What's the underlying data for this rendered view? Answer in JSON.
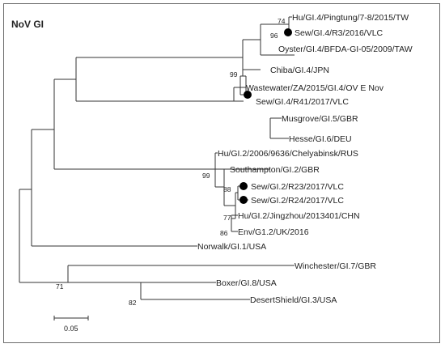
{
  "title": "NoV GI",
  "scale_label": "0.05",
  "colors": {
    "frame": "#6d6d6d",
    "branch": "#333333",
    "marker": "#000000"
  },
  "taxa": [
    "Hu/GI.4/Pingtung/7-8/2015/TW",
    "Sew/GI.4/R3/2016/VLC",
    "Oyster/GI.4/BFDA-GI-05/2009/TAW",
    "Chiba/GI.4/JPN",
    "Wastewater/ZA/2015/GI.4/OV E Nov",
    "Sew/GI.4/R41/2017/VLC",
    "Musgrove/GI.5/GBR",
    "Hesse/GI.6/DEU",
    "Hu/GI.2/2006/9636/Chelyabinsk/RUS",
    "Southampton/GI.2/GBR",
    "Sew/GI.2/R23/2017/VLC",
    "Sew/GI.2/R24/2017/VLC",
    "Hu/GI.2/Jingzhou/2013401/CHN",
    "Env/G1.2/UK/2016",
    "Norwalk/GI.1/USA",
    "Winchester/GI.7/GBR",
    "Boxer/GI.8/USA",
    "DesertShield/GI.3/USA"
  ],
  "marked_taxa": [
    1,
    5,
    10,
    11
  ],
  "bootstrap": [
    "74",
    "96",
    "99",
    "99",
    "88",
    "77",
    "86",
    "71",
    "82"
  ]
}
